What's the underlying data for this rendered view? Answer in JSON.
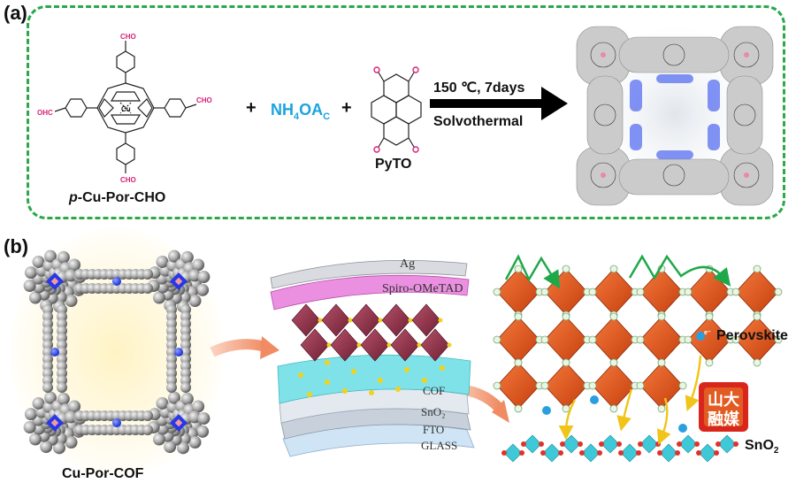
{
  "panel_a": {
    "label": "(a)",
    "reactant1_name": "p-Cu-Por-CHO",
    "reactant1_prefix": "p",
    "reactant1_suffix": "-Cu-Por-CHO",
    "aldehyde_label": "CHO",
    "aldehyde_label_left": "OHC",
    "metal_label": "Cu",
    "plus": "+",
    "reagent2_main": "NH",
    "reagent2_sub4": "4",
    "reagent2_tail": "OA",
    "reagent2_subc": "C",
    "reactant3_name": "PyTO",
    "condition_top": "150 ℃, 7days",
    "condition_bottom": "Solvothermal"
  },
  "panel_b": {
    "label": "(b)",
    "cof_name": "Cu-Por-COF",
    "layers": [
      "Ag",
      "Spiro-OMeTAD",
      "COF",
      "SnO₂",
      "FTO",
      "GLASS"
    ],
    "perovskite_label": "Perovskite",
    "sno2_main": "SnO",
    "sno2_sub": "2",
    "electron_label": "e⁻",
    "watermark": "山大融媒"
  },
  "colors": {
    "dashed_border": "#2aa84a",
    "reagent_blue": "#1aa3e0",
    "aldehyde_magenta": "#d6227a",
    "octahedron_orange": "#e0531c",
    "sno2_cyan": "#3fc8d8",
    "watermark_red": "#d9261c",
    "arrow_salmon": "#f4a383"
  }
}
